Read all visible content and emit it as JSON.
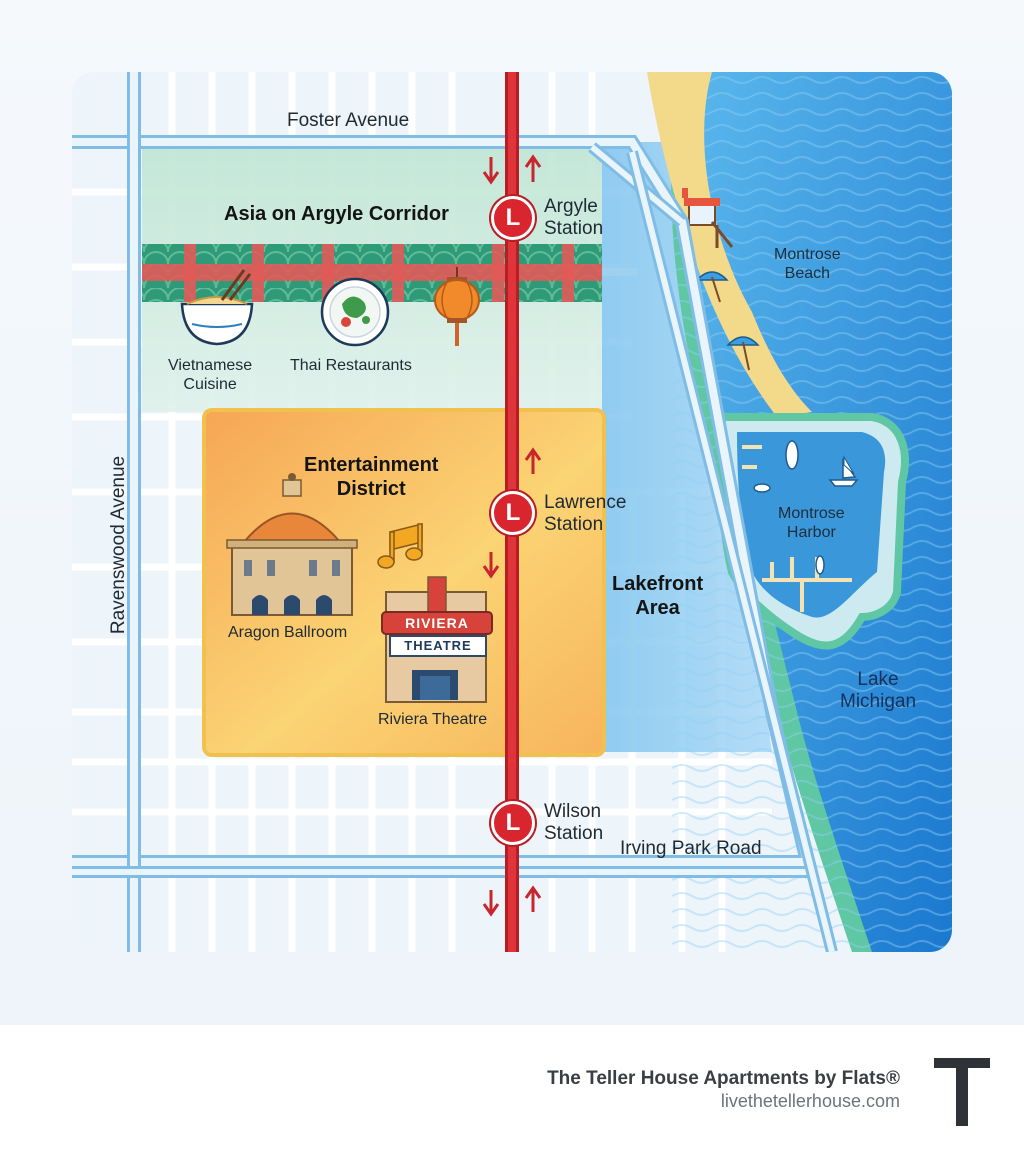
{
  "map": {
    "streets": {
      "foster": "Foster Avenue",
      "ravenswood": "Ravenswood Avenue",
      "irving_park": "Irving Park Road"
    },
    "zones": {
      "asia_corridor": "Asia on Argyle Corridor",
      "entertainment": "Entertainment\nDistrict",
      "lakefront": "Lakefront\nArea"
    },
    "stations": [
      {
        "badge": "L",
        "name": "Argyle\nStation"
      },
      {
        "badge": "L",
        "name": "Lawrence\nStation"
      },
      {
        "badge": "L",
        "name": "Wilson\nStation"
      }
    ],
    "pois": {
      "vietnamese": "Vietnamese\nCuisine",
      "thai": "Thai Restaurants",
      "aragon": "Aragon Ballroom",
      "riviera": "Riviera Theatre",
      "riviera_sign_top": "RIVIERA",
      "riviera_sign_bottom": "THEATRE"
    },
    "water": {
      "beach": "Montrose\nBeach",
      "harbor": "Montrose\nHarbor",
      "lake": "Lake\nMichigan"
    },
    "colors": {
      "l_line": "#d9262e",
      "water": "#2f8fd8",
      "beach": "#f3d98a",
      "entertainment": "#f7b25a",
      "asia": "#3aa37c"
    }
  },
  "footer": {
    "title": "The Teller House Apartments by Flats®",
    "url": "livethetellerhouse.com",
    "logo_letter": "T"
  }
}
